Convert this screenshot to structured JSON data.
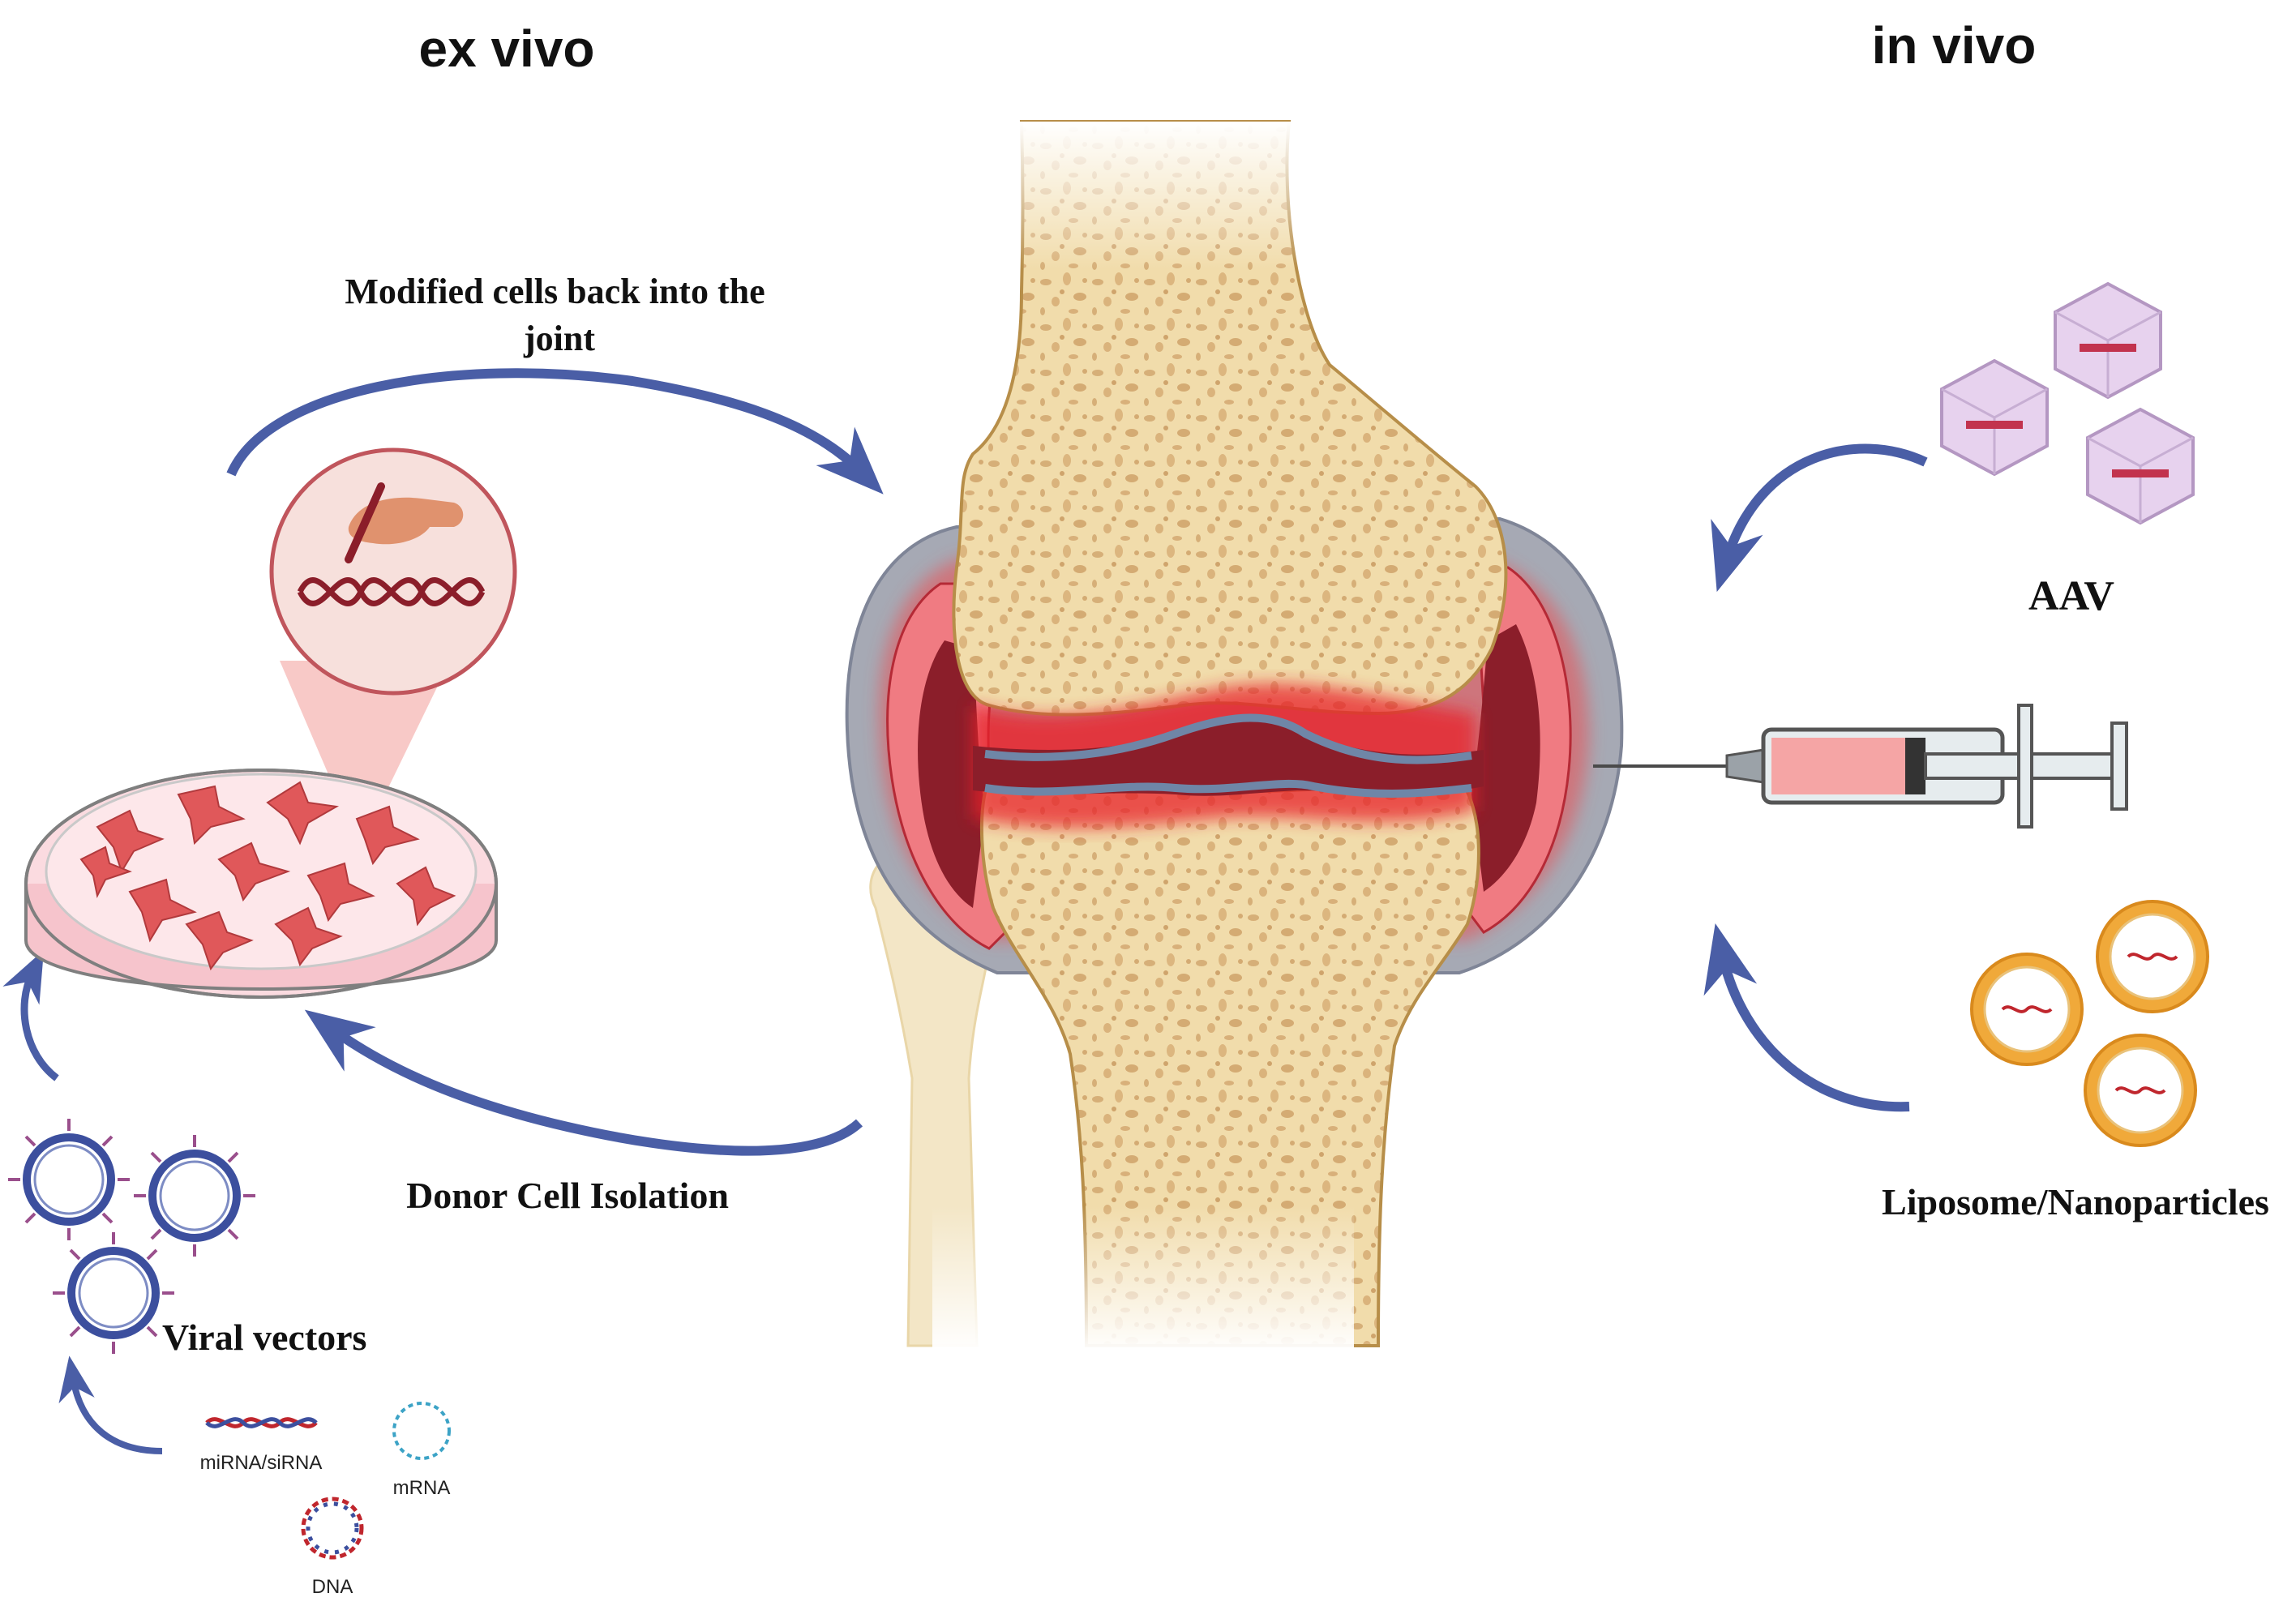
{
  "headings": {
    "ex_vivo": "ex vivo",
    "in_vivo": "in vivo"
  },
  "labels": {
    "modified_cells": "Modified cells back into the joint",
    "donor_isolation": "Donor Cell Isolation",
    "viral_vectors": "Viral vectors",
    "mirna": "miRNA/siRNA",
    "mrna": "mRNA",
    "dna": "DNA",
    "aav": "AAV",
    "liposome": "Liposome/Nanoparticles"
  },
  "colors": {
    "arrow": "#4a5ea6",
    "bone": "#f0dcaa",
    "bone_pore": "#d7b27e",
    "inflammation": "#e8242c",
    "synovium": "#a7aab5",
    "cavity": "#8b1e2a",
    "petri_cells": "#e0585a",
    "aav_capsid": "#e7d2ee",
    "liposome_shell": "#f0a93a"
  }
}
